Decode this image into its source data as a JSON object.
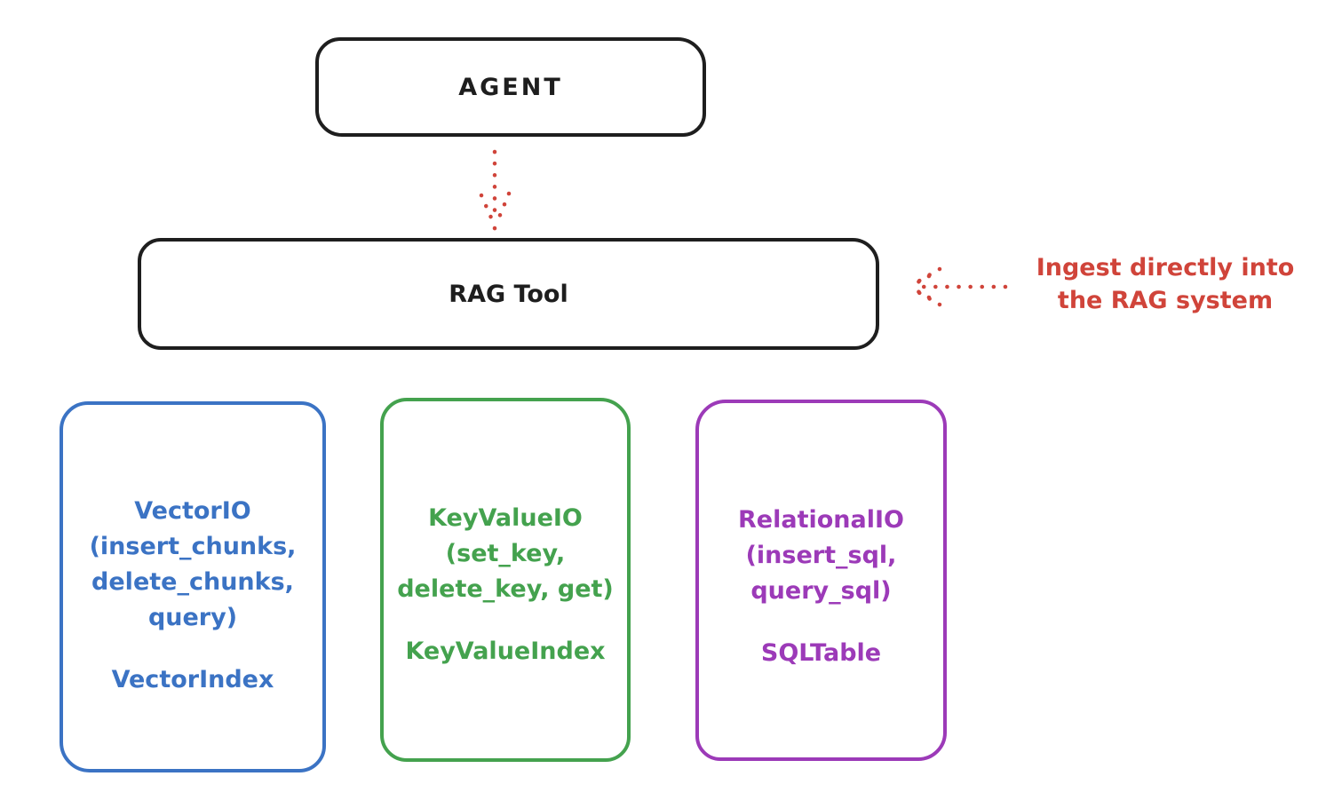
{
  "colors": {
    "black": "#1e1e1e",
    "red": "#d0443a",
    "blue": "#3b73c4",
    "green": "#44a24e",
    "purple": "#9c3ab8",
    "background": "#ffffff"
  },
  "diagram": {
    "agent_box": {
      "label": "AGENT"
    },
    "rag_tool_box": {
      "label": "RAG Tool"
    },
    "annotation": {
      "line1": "Ingest directly into",
      "line2": "the RAG system"
    },
    "io_boxes": [
      {
        "id": "vector-io",
        "color_key": "blue",
        "lines": [
          "VectorIO",
          "(insert_chunks,",
          "delete_chunks,",
          "query)"
        ],
        "index_label": "VectorIndex"
      },
      {
        "id": "keyvalue-io",
        "color_key": "green",
        "lines": [
          "KeyValueIO",
          "(set_key,",
          "delete_key, get)"
        ],
        "index_label": "KeyValueIndex"
      },
      {
        "id": "relational-io",
        "color_key": "purple",
        "lines": [
          "RelationalIO",
          "(insert_sql,",
          "query_sql)"
        ],
        "index_label": "SQLTable"
      }
    ]
  }
}
